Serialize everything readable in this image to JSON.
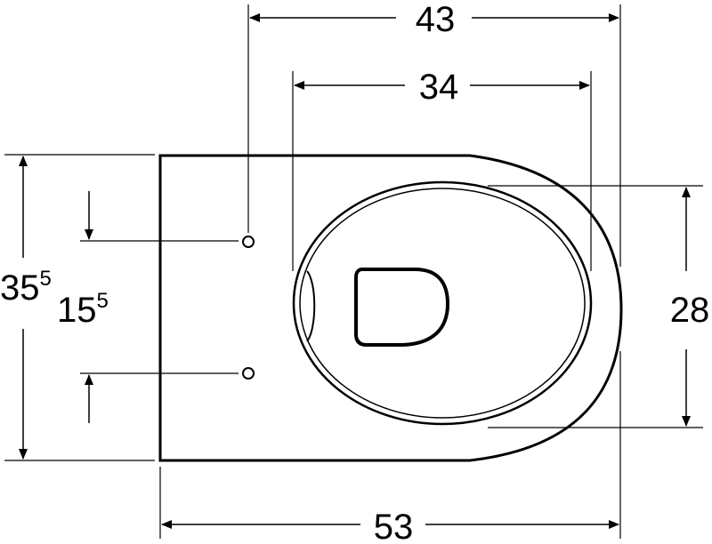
{
  "dimensions": {
    "top_outer": "43",
    "top_inner": "34",
    "left_outer": {
      "main": "35",
      "sup": "5"
    },
    "left_inner": {
      "main": "15",
      "sup": "5"
    },
    "right": "28",
    "bottom": "53"
  }
}
